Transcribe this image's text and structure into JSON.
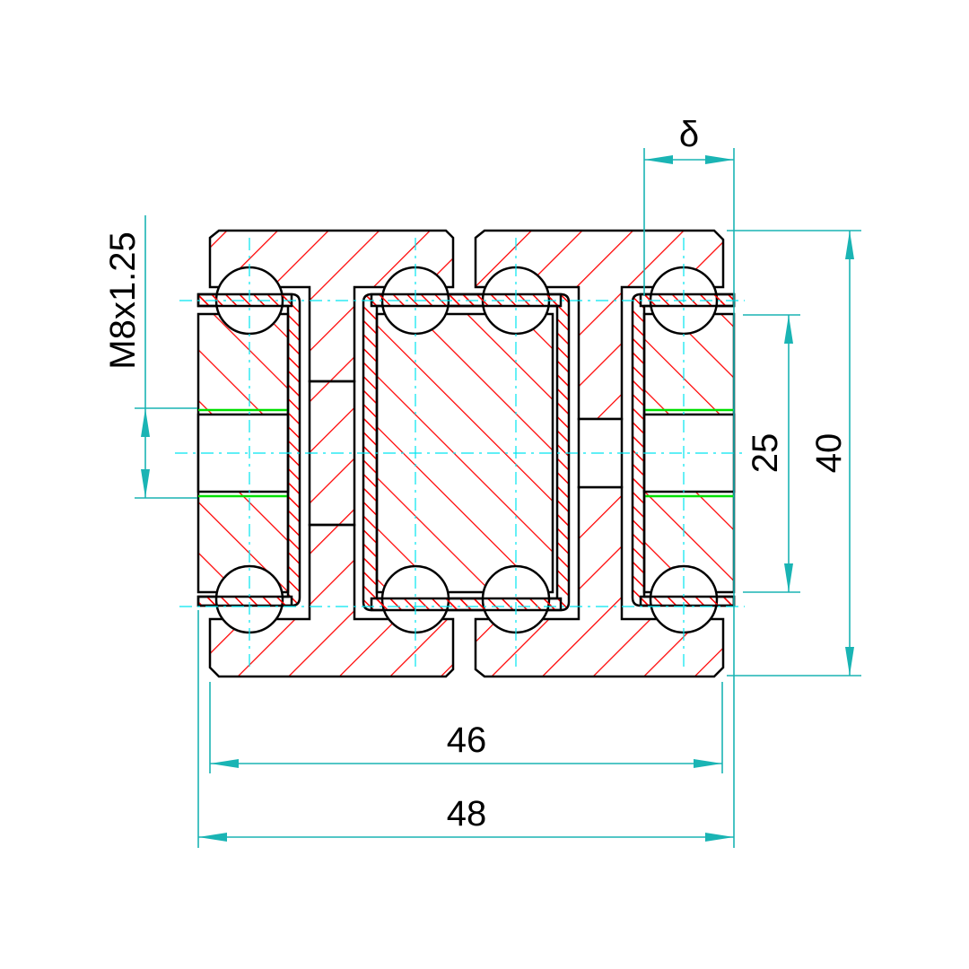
{
  "drawing": {
    "dimensions": {
      "delta": "δ",
      "thread": "M8x1.25",
      "inner_height": "25",
      "total_height": "40",
      "inner_width": "46",
      "total_width": "48"
    },
    "colors": {
      "outline": "#000000",
      "hatch": "#ff0000",
      "dimension": "#1ab4b4",
      "centerline": "#00e5f0",
      "thread_line": "#00e000"
    }
  }
}
